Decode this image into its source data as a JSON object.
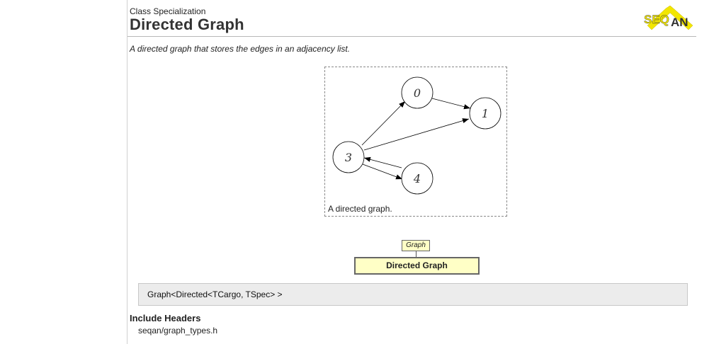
{
  "header": {
    "kind_label": "Class Specialization",
    "title": "Directed Graph",
    "logo_text": "SEQAN"
  },
  "summary": "A directed graph that stores the edges in an adjacency list.",
  "figure": {
    "caption": "A directed graph.",
    "nodes": [
      "0",
      "1",
      "3",
      "4"
    ]
  },
  "hierarchy": {
    "parent": "Graph",
    "self": "Directed Graph"
  },
  "signature": "Graph<Directed<TCargo, TSpec> >",
  "include": {
    "heading": "Include Headers",
    "file": "seqan/graph_types.h"
  },
  "colors": {
    "logo_yellow": "#f2e600",
    "box_fill": "#ffffc6",
    "signature_bg": "#ececec"
  }
}
